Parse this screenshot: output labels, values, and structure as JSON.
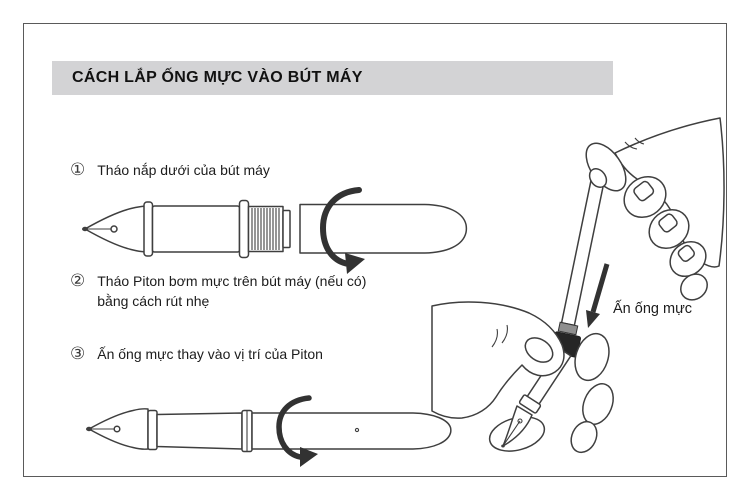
{
  "header": {
    "title": "CÁCH LẮP ỐNG MỰC VÀO BÚT MÁY"
  },
  "steps": [
    {
      "num": "①",
      "lines": [
        "Tháo nắp dưới của bút máy",
        ""
      ]
    },
    {
      "num": "②",
      "lines": [
        "Tháo Piton bơm mực trên bút máy (nếu có)",
        "bằng cách rút nhẹ"
      ]
    },
    {
      "num": "③",
      "lines": [
        "Ấn ống mực thay vào vị trí của Piton",
        ""
      ]
    }
  ],
  "annotation": {
    "press_label": "Ấn ống mực"
  },
  "colors": {
    "header_bg": "#d3d3d5",
    "outline": "#3f3f3f",
    "arrow": "#323232",
    "cartridge_band_gray": "#8f8f8f",
    "cartridge_band_dark": "#262626",
    "frame_border": "#5a5a5a",
    "text": "#1c1c1c"
  },
  "icons": {
    "rotate_arrow": "rotate-ccw-arrow-icon",
    "press_arrow": "press-down-arrow-icon"
  }
}
